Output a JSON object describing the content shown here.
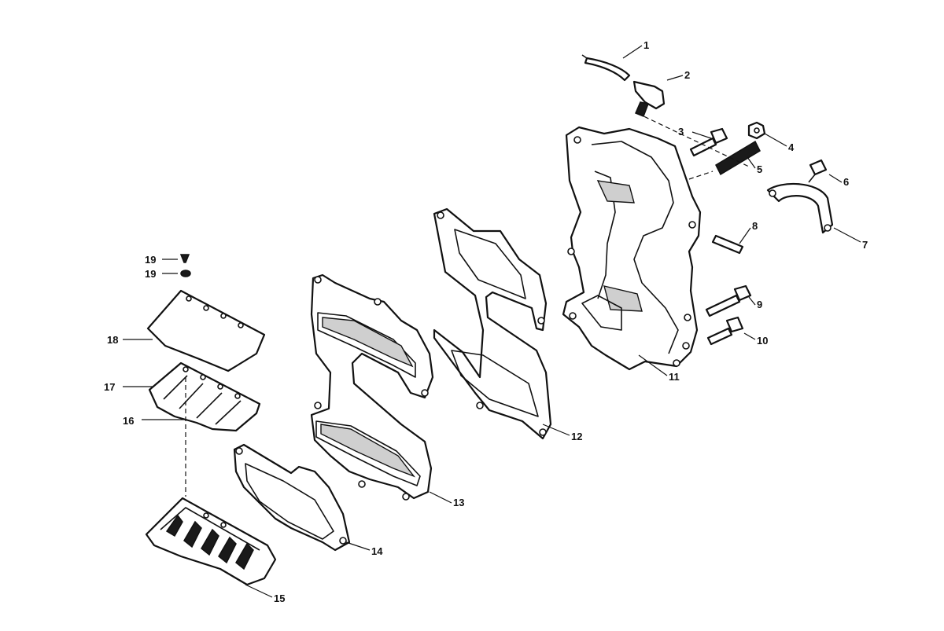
{
  "diagram": {
    "callouts": [
      {
        "id": "c1",
        "label": "1"
      },
      {
        "id": "c2",
        "label": "2"
      },
      {
        "id": "c3",
        "label": "3"
      },
      {
        "id": "c4",
        "label": "4"
      },
      {
        "id": "c5",
        "label": "5"
      },
      {
        "id": "c6",
        "label": "6"
      },
      {
        "id": "c7",
        "label": "7"
      },
      {
        "id": "c8",
        "label": "8"
      },
      {
        "id": "c9",
        "label": "9"
      },
      {
        "id": "c10",
        "label": "10"
      },
      {
        "id": "c11",
        "label": "11"
      },
      {
        "id": "c12",
        "label": "12"
      },
      {
        "id": "c13",
        "label": "13"
      },
      {
        "id": "c14",
        "label": "14"
      },
      {
        "id": "c15",
        "label": "15"
      },
      {
        "id": "c16",
        "label": "16"
      },
      {
        "id": "c17",
        "label": "17"
      },
      {
        "id": "c18",
        "label": "18"
      },
      {
        "id": "c19a",
        "label": "19"
      },
      {
        "id": "c19b",
        "label": "19"
      }
    ]
  }
}
